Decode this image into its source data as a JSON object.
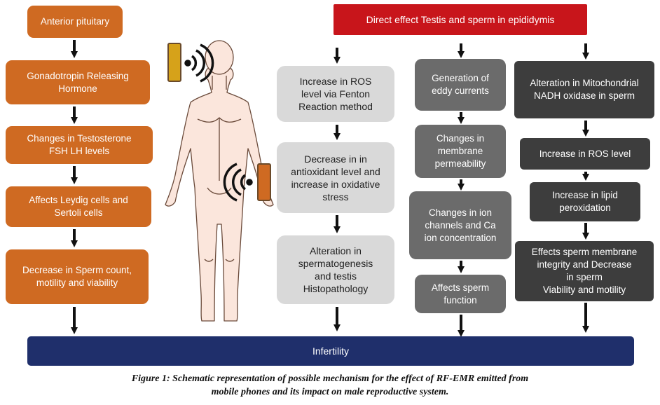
{
  "left_column": [
    "Anterior pituitary",
    "Gonadotropin Releasing\nHormone",
    "Changes in Testosterone\nFSH LH levels",
    "Affects Leydig cells and\nSertoli cells",
    "Decrease in Sperm count,\nmotility and viability"
  ],
  "top_banner": "Direct effect Testis and sperm in epididymis",
  "column_ros": [
    "Increase in ROS\nlevel via Fenton\nReaction method",
    "Decrease in in\nantioxidant level and\nincrease in oxidative\nstress",
    "Alteration in\nspermatogenesis\nand testis\nHistopathology"
  ],
  "column_eddy": [
    "Generation of\neddy currents",
    "Changes in\nmembrane\npermeability",
    "Changes in ion\nchannels and Ca\nion concentration",
    "Affects sperm\nfunction"
  ],
  "column_mito": [
    "Alteration in Mitochondrial\nNADH oxidase in sperm",
    "Increase in ROS level",
    "Increase in lipid\nperoxidation",
    "Effects sperm membrane\nintegrity and Decrease\nin sperm\nViability and motility"
  ],
  "bottom_bar": "Infertility",
  "caption_line1": "Figure 1: Schematic representation of possible mechanism for the effect of RF-EMR emitted from",
  "caption_line2": "mobile phones and its impact on male reproductive system.",
  "colors": {
    "orange": "#cf6a22",
    "red": "#c8151b",
    "light_gray": "#d9d9d9",
    "mid_gray": "#6b6b6b",
    "dark_gray": "#3d3d3d",
    "navy": "#1f2f6b"
  },
  "icons": [
    "mobile-phone-icon",
    "signal-waves-icon",
    "human-body-figure"
  ]
}
